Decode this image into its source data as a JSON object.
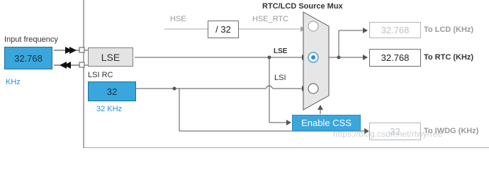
{
  "input": {
    "title": "Input frequency",
    "value": "32.768",
    "unit": "KHz"
  },
  "lse": {
    "label": "LSE"
  },
  "hse": {
    "label": "HSE",
    "divider": "/ 32",
    "rtc_label": "HSE_RTC"
  },
  "lsi": {
    "title": "LSI RC",
    "value": "32",
    "unit": "32 KHz"
  },
  "mux": {
    "title": "RTC/LCD Source Mux",
    "lse_label": "LSE",
    "lsi_label": "LSI",
    "selected": "LSE"
  },
  "button": {
    "label": "Enable CSS"
  },
  "outputs": {
    "lcd": {
      "value": "32.768",
      "label": "To LCD (KHz)"
    },
    "rtc": {
      "value": "32.768",
      "label": "To RTC (KHz)"
    },
    "iwdg": {
      "value": "32",
      "label": "To IWDG (KHz)"
    }
  },
  "watermark": "https://blog.csdn.net/rtwyrree",
  "colors": {
    "accent": "#3aa6dc",
    "line": "#555555",
    "line_dim": "#aaaaaa",
    "mux_fill": "#e6e6e6"
  }
}
